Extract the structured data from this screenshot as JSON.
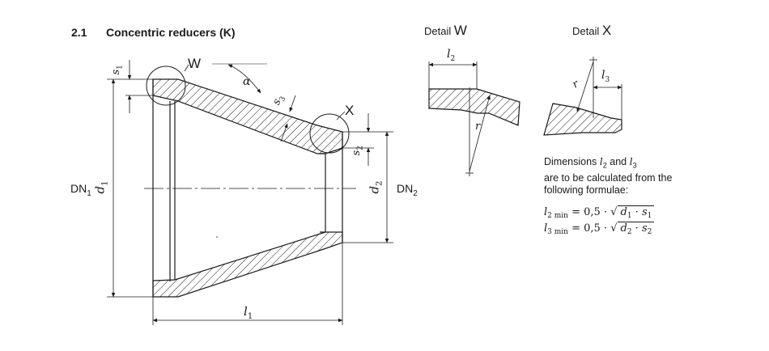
{
  "section": {
    "number": "2.1",
    "title": "Concentric reducers (K)"
  },
  "details": {
    "w": {
      "prefix": "Detail",
      "letter": "W"
    },
    "x": {
      "prefix": "Detail",
      "letter": "X"
    }
  },
  "labels": {
    "W": "W",
    "X": "X",
    "alpha": "α",
    "s1": "s",
    "s1_sub": "1",
    "s2": "s",
    "s2_sub": "2",
    "s3": "s",
    "s3_sub": "3",
    "d1": "d",
    "d1_sub": "1",
    "d2": "d",
    "d2_sub": "2",
    "DN1": "DN",
    "DN1_sub": "1",
    "DN2": "DN",
    "DN2_sub": "2",
    "l1": "l",
    "l1_sub": "1",
    "l2": "l",
    "l2_sub": "2",
    "l3": "l",
    "l3_sub": "3",
    "r_w": "r",
    "r_x": "r"
  },
  "notes": {
    "line1_a": "Dimensions ",
    "line1_l2": "l",
    "line1_l2_sub": "2",
    "line1_and": " and ",
    "line1_l3": "l",
    "line1_l3_sub": "3",
    "line2": "are to be calculated from the",
    "line3": "following formulae:"
  },
  "formulae": {
    "l2": {
      "sym": "l",
      "sub": "2 min",
      "eq": " = 0,5 · √",
      "a": "d",
      "a_sub": "1",
      "dot": " · ",
      "b": "s",
      "b_sub": "1"
    },
    "l3": {
      "sym": "l",
      "sub": "3 min",
      "eq": " = 0,5 · √",
      "a": "d",
      "a_sub": "2",
      "dot": " · ",
      "b": "s",
      "b_sub": "2"
    }
  }
}
